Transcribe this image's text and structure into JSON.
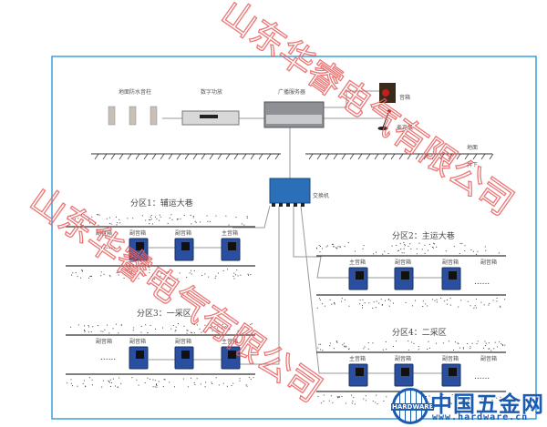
{
  "surface": {
    "ground_speaker_columns": "地面防水音柱",
    "digital_amplifier": "数字功放",
    "broadcast_server": "广播服务器",
    "speaker": "音箱",
    "microphone": "麦克风",
    "ground": "地面",
    "underground": "井下"
  },
  "switch": "交换机",
  "zones": [
    {
      "title": "分区1：辅运大巷",
      "devices": [
        "副音箱",
        "副音箱",
        "副音箱",
        "主音箱"
      ]
    },
    {
      "title": "分区2：主运大巷",
      "devices": [
        "主音箱",
        "副音箱",
        "副音箱",
        "副音箱"
      ]
    },
    {
      "title": "分区3：一采区",
      "devices": [
        "副音箱",
        "副音箱",
        "副音箱",
        "主音箱"
      ]
    },
    {
      "title": "分区4：二采区",
      "devices": [
        "主音箱",
        "副音箱",
        "副音箱",
        "副音箱"
      ]
    }
  ],
  "ellipsis": "......",
  "watermark": "山东华睿电气有限公司",
  "logo": {
    "name": "中国五金网",
    "badge": "HARDWARE",
    "url": "www.hardware.cn"
  },
  "colors": {
    "frame": "#3aa0d8",
    "device": "#2a4fa0",
    "watermark": "#e8605f",
    "logo": "#1b5bb0"
  }
}
